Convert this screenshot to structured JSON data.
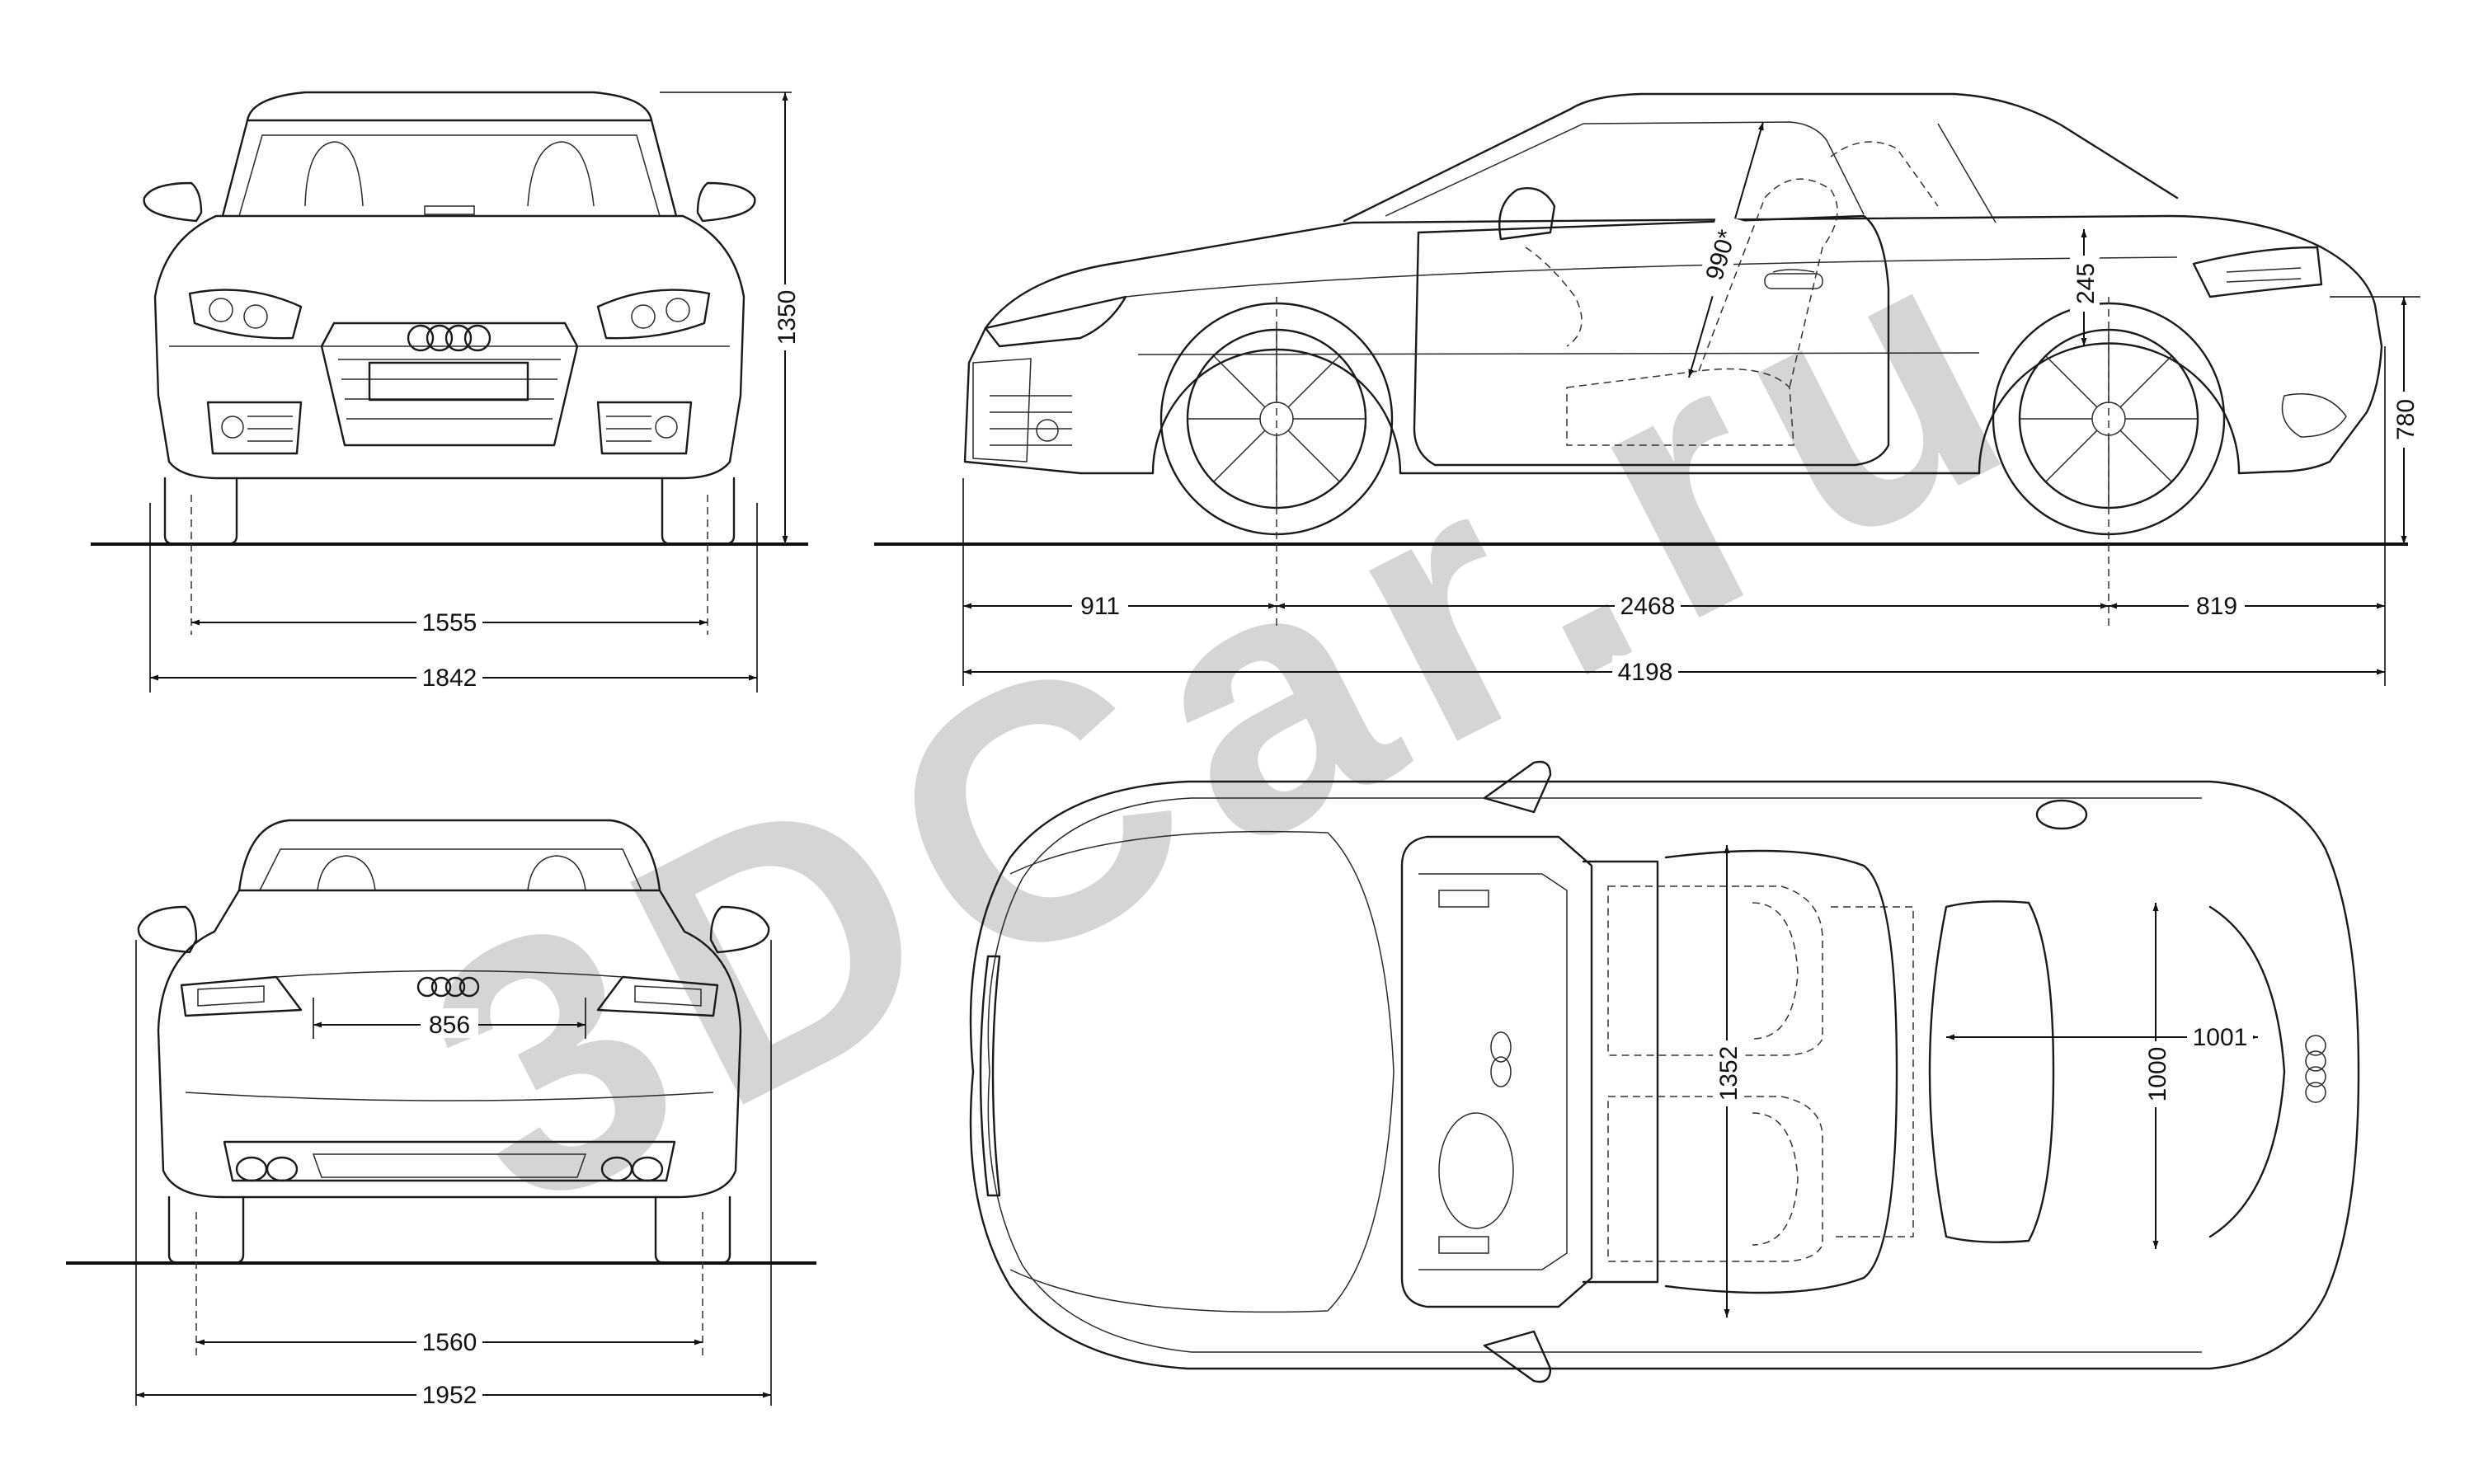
{
  "watermark": {
    "text": "3DCar.ru",
    "color": "#b3b3b3"
  },
  "dimensions": {
    "front_track": "1555",
    "front_width": "1842",
    "height": "1350",
    "front_overhang": "911",
    "wheelbase": "2468",
    "rear_overhang": "819",
    "length": "4198",
    "headroom": "990*",
    "sill_height": "245",
    "trunk_height": "780",
    "rear_lamp_spacing": "856",
    "rear_track": "1560",
    "width_with_mirrors": "1952",
    "cabin_width": "1352",
    "trunk_width": "1000",
    "trunk_length": "1001"
  }
}
